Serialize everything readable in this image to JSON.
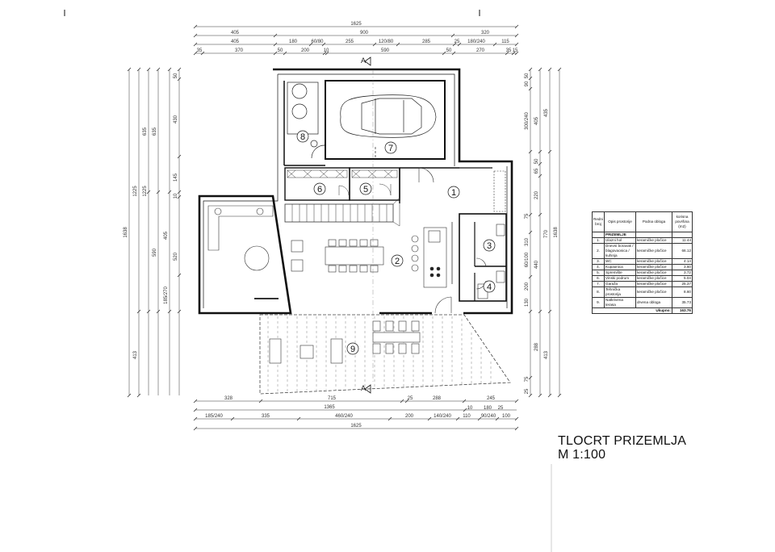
{
  "plan": {
    "title": "TLOCRT PRIZEMLJA",
    "scale": "M 1:100",
    "section_marker": "A",
    "rooms": [
      "1",
      "2",
      "3",
      "4",
      "5",
      "6",
      "7",
      "8",
      "9"
    ],
    "dims": {
      "top_row1": "1625",
      "top_row2": [
        "405",
        "900",
        "320"
      ],
      "top_row3": [
        "405",
        "180",
        "60/80",
        "255",
        "120/80",
        "285",
        "25",
        "180/240",
        "115"
      ],
      "top_row4": [
        "35",
        "370",
        "50",
        "200",
        "10",
        "590",
        "50",
        "270",
        "35",
        "15"
      ],
      "bottom_row1": [
        "328",
        "715",
        "25",
        "288",
        "245"
      ],
      "bottom_row2": "1365",
      "bottom_row3": [
        "185/240",
        "335",
        "460/240",
        "200",
        "140/240",
        "110",
        "90/240",
        "100"
      ],
      "bottom_row3b": [
        "10",
        "180",
        "25"
      ],
      "bottom_row4": "1625",
      "left_outer": "1638",
      "left_2": [
        "1225",
        "413"
      ],
      "left_3": [
        "635",
        "1225"
      ],
      "left_4": [
        "635",
        "590"
      ],
      "left_5": [
        "50",
        "430",
        "145",
        "10",
        "405",
        "520",
        "185/270"
      ],
      "right_outer": "1638",
      "right_2": [
        "435",
        "770",
        "413"
      ],
      "right_3": [
        "405",
        "50",
        "65",
        "220",
        "440",
        "288"
      ],
      "right_4": [
        "50",
        "90",
        "300/240",
        "75",
        "310",
        "60/100",
        "200",
        "130",
        "75",
        "25"
      ]
    }
  },
  "legend": {
    "headers": [
      "Redni broj",
      "Opis prostorije",
      "Podna obloga",
      "korisna površina (m2)"
    ],
    "section": "PRIZEMLJE",
    "rows": [
      {
        "num": "1.",
        "name": "Ulazni hol",
        "floor": "keramičke pločice",
        "area": "11.44"
      },
      {
        "num": "2.",
        "name": "Dnevni boravak / blagovaonica / kuhinja",
        "floor": "keramičke pločice",
        "area": "66.12"
      },
      {
        "num": "3.",
        "name": "WC",
        "floor": "keramičke pločice",
        "area": "4.14"
      },
      {
        "num": "4.",
        "name": "Kupaonica",
        "floor": "keramičke pločice",
        "area": "3.60"
      },
      {
        "num": "5.",
        "name": "Spremište",
        "floor": "keramičke pločice",
        "area": "3.72"
      },
      {
        "num": "6.",
        "name": "Vinski podrum",
        "floor": "keramičke pločice",
        "area": "5.04"
      },
      {
        "num": "7.",
        "name": "Garaža",
        "floor": "keramičke pločice",
        "area": "25.37"
      },
      {
        "num": "8.",
        "name": "Tehnička prostorija",
        "floor": "keramičke pločice",
        "area": "8.60"
      },
      {
        "num": "9.",
        "name": "Natkrivena terasa",
        "floor": "drvena obloga",
        "area": "35.73"
      }
    ],
    "total_label": "Ukupno:",
    "total_value": "163.76"
  }
}
